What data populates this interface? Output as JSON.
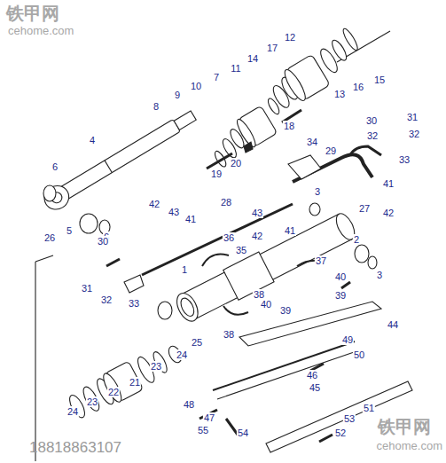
{
  "diagram": {
    "labels": [
      "铁甲网",
      "cehome.com",
      "12",
      "15",
      "16",
      "13",
      "17",
      "14",
      "11",
      "7",
      "10",
      "9",
      "8",
      "18",
      "4",
      "30",
      "31",
      "32",
      "32",
      "29",
      "33",
      "34",
      "20",
      "19",
      "6",
      "41",
      "3",
      "42",
      "27",
      "28",
      "5",
      "6",
      "42",
      "43",
      "41",
      "43",
      "42",
      "41",
      "26",
      "30",
      "36",
      "35",
      "37",
      "2",
      "3",
      "1",
      "31",
      "32",
      "40",
      "39",
      "38",
      "33",
      "40",
      "39",
      "44",
      "38",
      "25",
      "49",
      "50",
      "24",
      "23",
      "21",
      "22",
      "23",
      "24",
      "46",
      "45",
      "48",
      "47",
      "55",
      "54",
      "51",
      "53",
      "52",
      "18818863107",
      "铁甲网",
      "cehome.com"
    ]
  }
}
